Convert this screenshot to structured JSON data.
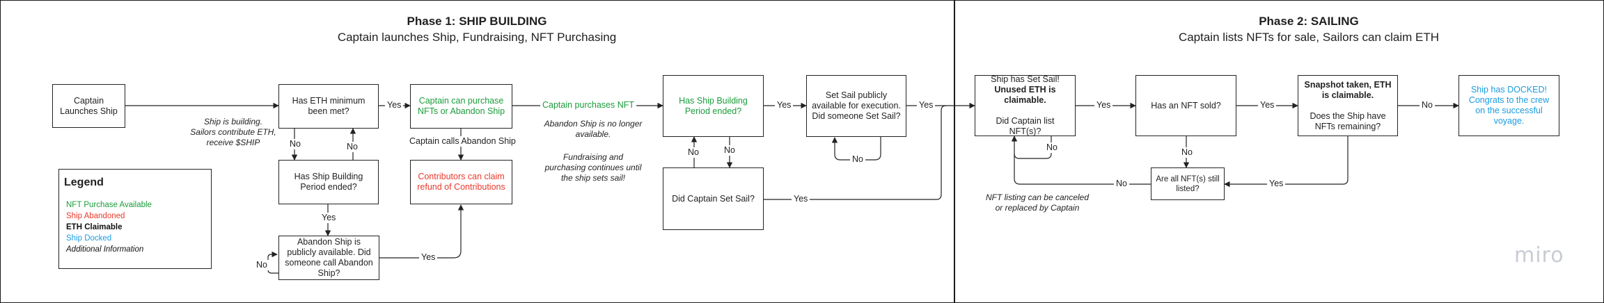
{
  "phase1": {
    "title": "Phase 1: SHIP BUILDING",
    "subtitle": "Captain launches Ship, Fundraising, NFT Purchasing"
  },
  "phase2": {
    "title": "Phase 2: SAILING",
    "subtitle": "Captain lists NFTs for sale, Sailors can claim ETH"
  },
  "nodes": {
    "launch": "Captain Launches Ship",
    "eth_min": "Has ETH minimum been met?",
    "purchase_or_abandon": "Captain can purchase NFTs or Abandon Ship",
    "build_ended_1": "Has Ship Building Period ended?",
    "refund": "Contributors can claim refund of Contributions",
    "abandon_public": "Abandon Ship is publicly available. Did someone call Abandon Ship?",
    "build_ended_2": "Has Ship Building Period ended?",
    "set_sail_public": "Set Sail publicly available for execution. Did someone Set Sail?",
    "captain_set_sail": "Did Captain Set Sail?",
    "set_sail_a": "Ship has Set Sail! ",
    "set_sail_b": "Unused ETH is claimable.",
    "set_sail_c": "Did Captain list NFT(s)?",
    "nft_sold": "Has an NFT sold?",
    "snapshot_a": "Snapshot taken, ETH is claimable.",
    "snapshot_b": "Does the Ship have NFTs remaining?",
    "docked": "Ship has DOCKED! Congrats to the crew on the successful voyage.",
    "all_listed": "Are all NFT(s) still listed?"
  },
  "labels": {
    "yes": "Yes",
    "no": "No",
    "captain_calls_abandon": "Captain calls Abandon Ship",
    "captain_purchases_nft": "Captain purchases NFT"
  },
  "notes": {
    "building": "Ship is building.\nSailors contribute ETH,\nreceive $SHIP",
    "abandon_nolonger": "Abandon Ship is no longer\navailable.",
    "fundraising": "Fundraising and\npurchasing continues until\nthe ship sets sail!",
    "listing": "NFT listing can be canceled\nor replaced by Captain"
  },
  "legend": {
    "title": "Legend",
    "items": [
      {
        "text": "NFT Purchase Available",
        "color": "#1a9c3a"
      },
      {
        "text": "Ship Abandoned",
        "color": "#e8392b"
      },
      {
        "text": "ETH Claimable",
        "color": "#111111"
      },
      {
        "text": "Ship Docked",
        "color": "#1b9be0"
      },
      {
        "text": "Additional Information",
        "color": "#111111"
      }
    ]
  },
  "watermark": "miro"
}
